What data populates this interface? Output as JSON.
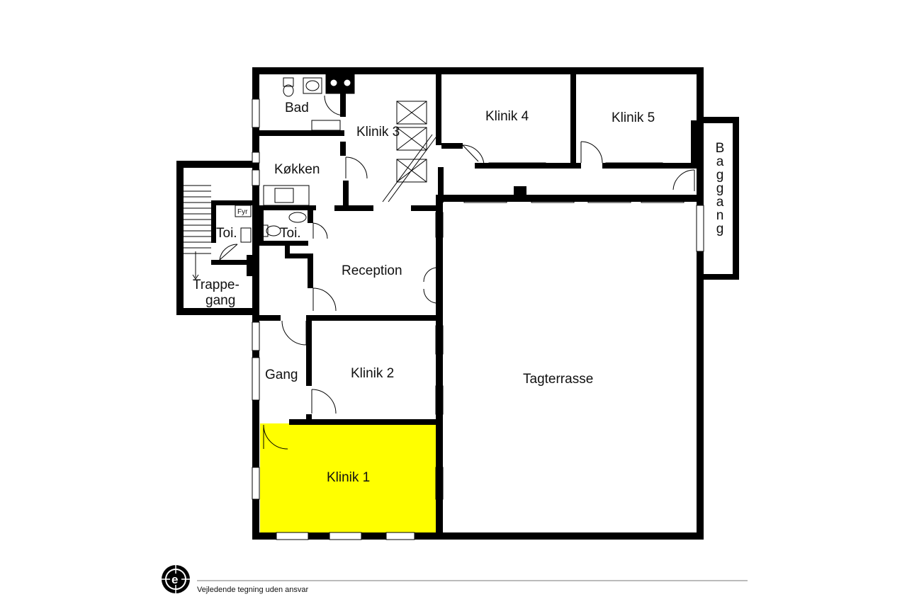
{
  "rooms": {
    "bad": "Bad",
    "klinik3": "Klinik 3",
    "klinik4": "Klinik 4",
    "klinik5": "Klinik 5",
    "koekken": "Køkken",
    "fyr": "Fyr",
    "toi_left": "Toi.",
    "toi_right": "Toi.",
    "reception": "Reception",
    "trappegang_1": "Trappe-",
    "trappegang_2": "gang",
    "gang": "Gang",
    "klinik2": "Klinik 2",
    "tagterrasse": "Tagterrasse",
    "klinik1": "Klinik 1",
    "baggang": "Baggang"
  },
  "highlight": {
    "room": "Klinik 1",
    "color": "#ffff00"
  },
  "footer": {
    "disclaimer": "Vejledende tegning uden ansvar",
    "logo_letter": "e"
  }
}
